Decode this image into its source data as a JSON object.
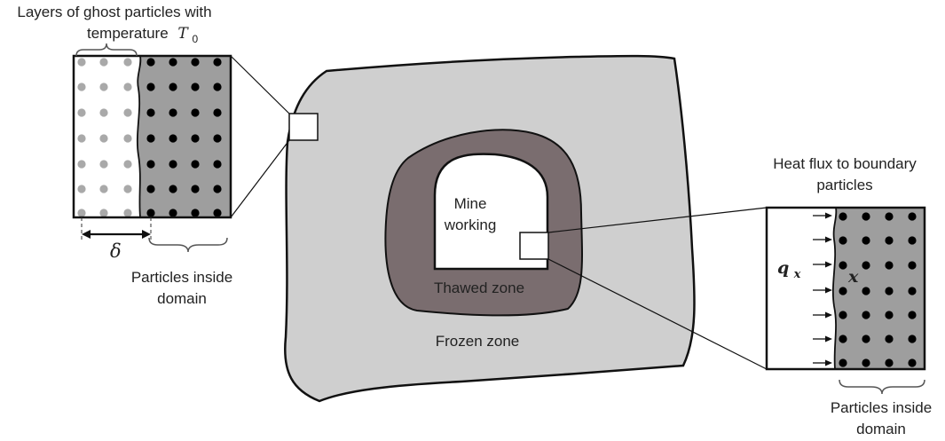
{
  "labels": {
    "ghost_layers_line1": "Layers of ghost particles with",
    "ghost_layers_line2": "temperature",
    "ghost_temp_symbol": "T",
    "ghost_temp_subscript": "0",
    "delta_symbol": "δ",
    "particles_inside_left_line1": "Particles inside",
    "particles_inside_left_line2": "domain",
    "mine_working_line1": "Mine",
    "mine_working_line2": "working",
    "thawed_zone": "Thawed zone",
    "frozen_zone": "Frozen zone",
    "heat_flux_line1": "Heat flux to boundary",
    "heat_flux_line2": "particles",
    "qx_symbol": "q",
    "qx_subscript": "x",
    "x_symbol": "x",
    "particles_inside_right_line1": "Particles inside",
    "particles_inside_right_line2": "domain"
  },
  "colors": {
    "frozen_zone": "#cfcfcf",
    "thawed_zone": "#7a6d6f",
    "mine_working": "#ffffff",
    "domain_fill": "#9e9e9e",
    "ghost_particle": "#a9a9a9",
    "domain_particle": "#000000",
    "stroke": "#111111"
  }
}
